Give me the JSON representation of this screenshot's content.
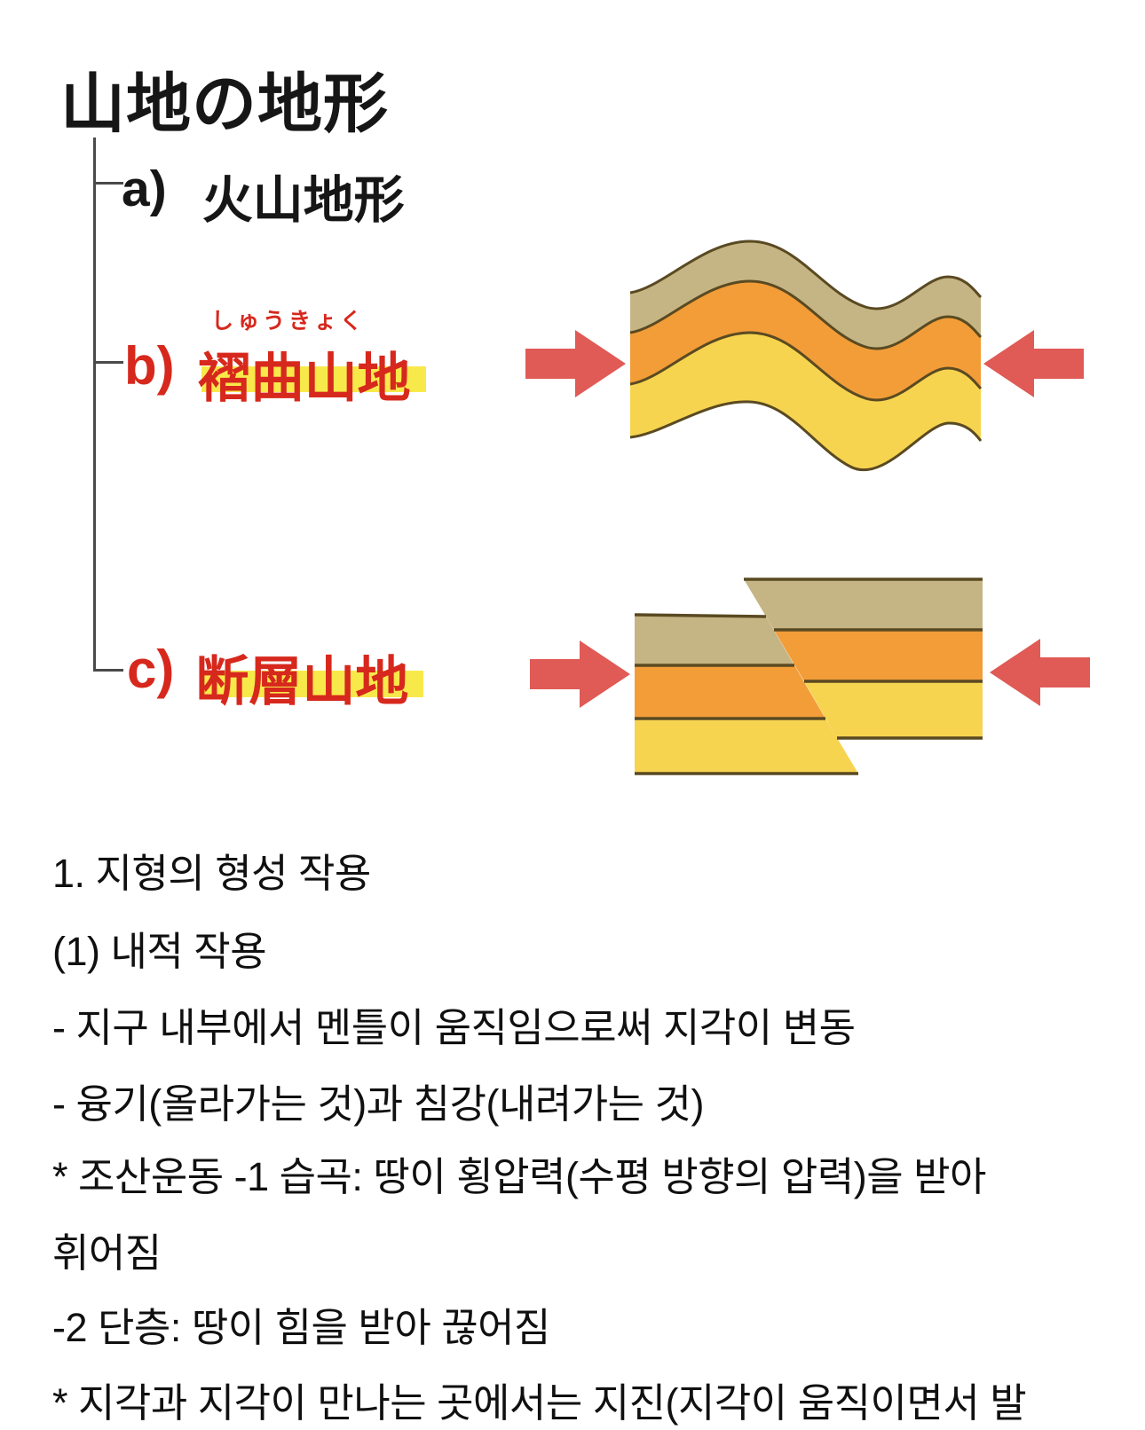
{
  "outline": {
    "title": "山地の地形",
    "items": [
      {
        "marker": "a)",
        "text": "火山地形",
        "furigana": "",
        "highlighted": false
      },
      {
        "marker": "b)",
        "text": "褶曲山地",
        "furigana": "しゅうきょく",
        "highlighted": true
      },
      {
        "marker": "c)",
        "text": "断層山地",
        "furigana": "",
        "highlighted": true
      }
    ]
  },
  "diagrams": {
    "fold_name": "fold-mountains",
    "fault_name": "fault-mountains",
    "colors": {
      "layer_top": "#c6b584",
      "layer_middle": "#f29d38",
      "layer_bottom": "#f7d44f",
      "layer_stroke": "#5a4a22",
      "arrow_red": "#e05a56",
      "eraser_white": "#ffffff"
    }
  },
  "accents": {
    "red_text": "#d7281d",
    "highlight_yellow": "#f8e94b",
    "tree_line_gray": "#4a4a4a",
    "text_black": "#161616"
  },
  "notes": {
    "lines": [
      "1. 지형의 형성 작용",
      "(1) 내적 작용",
      "- 지구 내부에서 멘틀이 움직임으로써 지각이 변동",
      "- 융기(올라가는 것)과 침강(내려가는 것)",
      "* 조산운동 -1 습곡: 땅이 횡압력(수평 방향의 압력)을 받아",
      "휘어짐",
      "-2 단층: 땅이 힘을 받아 끊어짐",
      "* 지각과 지각이 만나는 곳에서는 지진(지각이 움직이면서 발"
    ]
  }
}
